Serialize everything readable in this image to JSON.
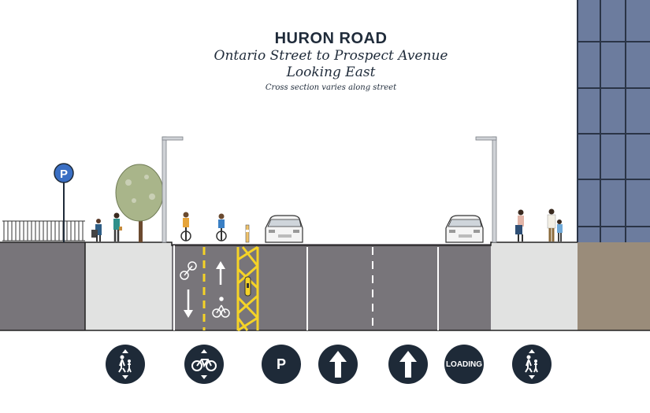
{
  "header": {
    "title": "HURON ROAD",
    "segment": "Ontario Street to Prospect Avenue",
    "direction": "Looking East",
    "note": "Cross section varies along street"
  },
  "signs": {
    "parking_sign_letter": "P"
  },
  "legend": [
    {
      "kind": "pedestrian",
      "icon": "pedestrian-bidirectional-icon"
    },
    {
      "kind": "bike",
      "icon": "bike-bidirectional-icon"
    },
    {
      "kind": "parking",
      "icon": "parking-icon",
      "label": "P"
    },
    {
      "kind": "travel",
      "icon": "up-arrow-icon"
    },
    {
      "kind": "travel",
      "icon": "up-arrow-icon"
    },
    {
      "kind": "loading",
      "icon": "loading-icon",
      "label": "LOADING"
    },
    {
      "kind": "pedestrian",
      "icon": "pedestrian-bidirectional-icon"
    }
  ],
  "colors": {
    "road": "#78757a",
    "sidewalk": "#e1e2e1",
    "lane_yellow": "#f5d327",
    "building": "#6c7c9e",
    "building_base": "#9a8c7a",
    "tree": "#a9b58a",
    "icon_bg": "#1e2a38"
  }
}
